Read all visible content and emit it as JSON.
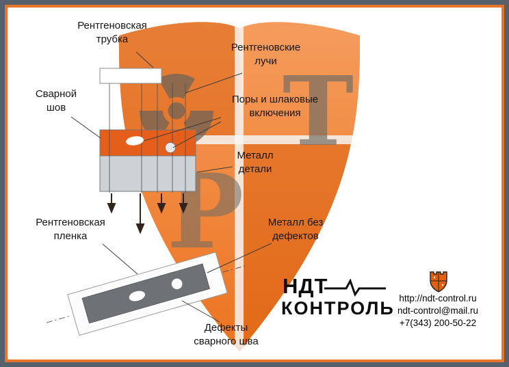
{
  "window": {
    "outer_border_color": "#55606b",
    "inner_border_color": "#e9742b",
    "background": "#ffffff"
  },
  "diagram": {
    "labels": {
      "xray_tube": "Рентгеновская\nтрубка",
      "xray_beams": "Рентгеновские\nлучи",
      "weld_seam": "Сварной\nшов",
      "pores_inclusions": "Поры и шлаковые\nвключения",
      "part_metal": "Металл\nдетали",
      "xray_film": "Рентгеновская\nпленка",
      "metal_without_defects": "Металл без\nдефектов",
      "weld_defects": "Дефекты\nсварного шва"
    },
    "colors": {
      "weld_band": "#e55f1c",
      "metal_body": "#cdd2d7",
      "film_exposed": "#6e7276",
      "watermark_orange": "#ef7d2f",
      "arrow": "#33231a"
    }
  },
  "logo": {
    "title_top": "НДТ",
    "title_bottom": "КОНТРОЛЬ",
    "website": "http://ndt-control.ru",
    "email": "ndt-control@mail.ru",
    "phone": "+7(343) 200-50-22",
    "shield_color": "#e2600f"
  }
}
